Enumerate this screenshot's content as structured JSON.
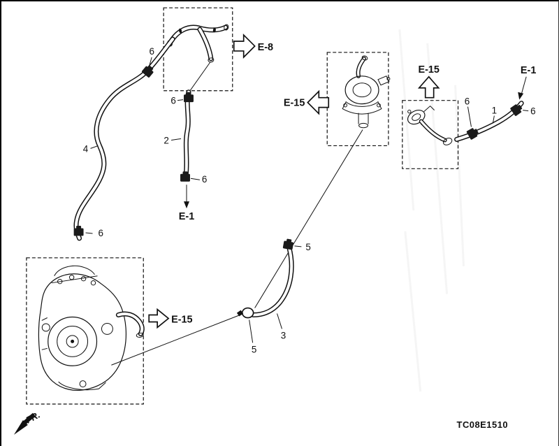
{
  "diagram": {
    "code": "TC08E1510",
    "fr_label": "FR.",
    "callouts": {
      "n1": "1",
      "n2": "2",
      "n3": "3",
      "n4": "4",
      "n5": "5",
      "n6": "6"
    },
    "refs": {
      "e8": "E-8",
      "e15": "E-15",
      "e1": "E-1"
    },
    "colors": {
      "ink": "#111111",
      "paper": "#ffffff"
    }
  }
}
